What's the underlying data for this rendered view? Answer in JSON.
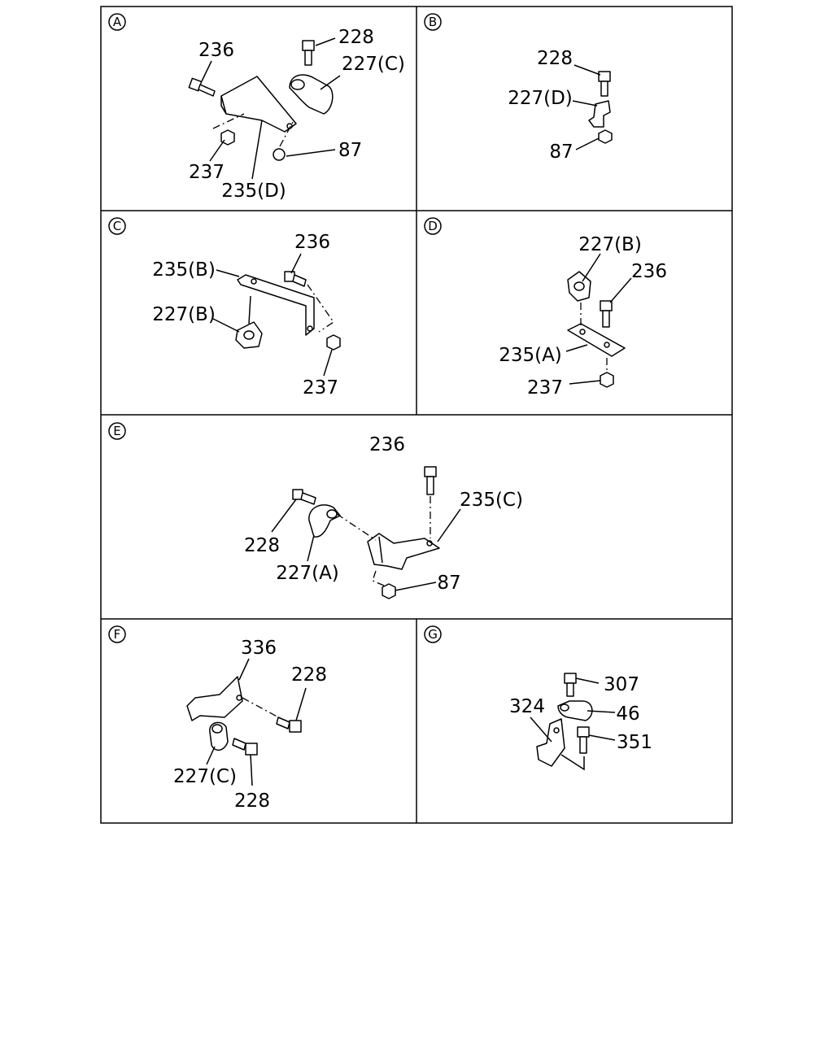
{
  "panels": [
    {
      "id": "A",
      "labels": [
        "236",
        "228",
        "227(C)",
        "87",
        "237",
        "235(D)"
      ]
    },
    {
      "id": "B",
      "labels": [
        "228",
        "227(D)",
        "87"
      ]
    },
    {
      "id": "C",
      "labels": [
        "236",
        "235(B)",
        "227(B)",
        "237"
      ]
    },
    {
      "id": "D",
      "labels": [
        "227(B)",
        "236",
        "235(A)",
        "237"
      ]
    },
    {
      "id": "E",
      "labels": [
        "236",
        "235(C)",
        "228",
        "227(A)",
        "87"
      ]
    },
    {
      "id": "F",
      "labels": [
        "336",
        "228",
        "227(C)",
        "228"
      ]
    },
    {
      "id": "G",
      "labels": [
        "307",
        "46",
        "324",
        "351"
      ]
    }
  ]
}
